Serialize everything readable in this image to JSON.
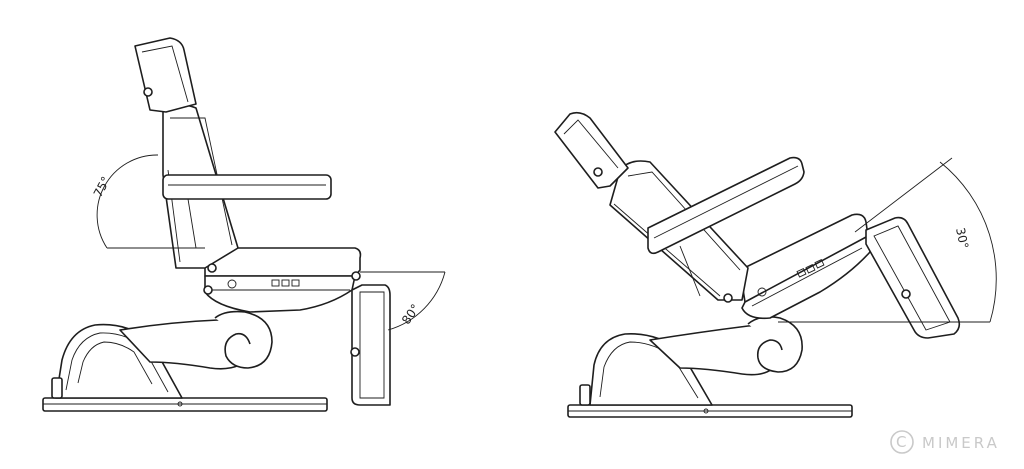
{
  "figures": {
    "left": {
      "back_angle": "75°",
      "leg_angle": "80°"
    },
    "right": {
      "leg_angle": "30°"
    }
  },
  "watermark": {
    "symbol": "C",
    "text": "MIMERA"
  },
  "colors": {
    "line": "#1e1e1e",
    "watermark": "#c9c9c9",
    "background": "#ffffff"
  }
}
